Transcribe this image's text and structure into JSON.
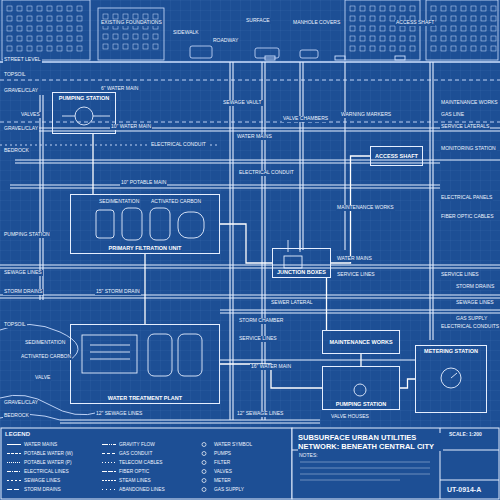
{
  "diagram": {
    "title": "SUBSURFACE URBAN UTILITIES NETWORK: BENEATH CENTRAL CITY",
    "nodes": [
      {
        "text": [
          "PUMPING STATION"
        ]
      },
      {
        "text": [
          "PRIMARY FILTRATION UNIT"
        ]
      },
      {
        "text": [
          "WATER TREATMENT PLANT"
        ]
      },
      {
        "text": [
          "MAINTENANCE WORKS"
        ]
      },
      {
        "text": [
          "PUMPING STATION"
        ]
      },
      {
        "text": [
          "METERING STATION"
        ]
      },
      {
        "text": [
          "JUNCTION BOXES"
        ]
      },
      {
        "text": [
          "ACCESS SHAFT"
        ]
      }
    ],
    "edges": [
      {
        "from": 0,
        "to": 1,
        "arrow": "none"
      },
      {
        "from": 1,
        "to": 2,
        "arrow": "none"
      },
      {
        "from": 1,
        "to": 6,
        "arrow": "none"
      },
      {
        "from": 6,
        "to": 3,
        "arrow": "none"
      },
      {
        "from": 3,
        "to": 4,
        "arrow": "none"
      },
      {
        "from": 4,
        "to": 5,
        "arrow": "none"
      },
      {
        "from": 2,
        "to": 4,
        "arrow": "none"
      },
      {
        "from": 6,
        "to": 7,
        "arrow": "none"
      }
    ],
    "labels": [
      "STREET LEVEL",
      "TOPSOIL",
      "GRAVEL/CLAY",
      "GRAVEL/CLAY",
      "BEDROCK",
      "EXISTING FOUNDATIONS",
      "SIDEWALK",
      "SURFACE",
      "ROADWAY",
      "MANHOLE COVERS",
      "ACCESS SHAFT",
      "VALVES",
      "6\" WATER MAIN",
      "10\" WATER MAIN",
      "SEWAGE VAULT",
      "ELECTRICAL CONDUIT",
      "WATER MAINS",
      "VALVE CHAMBERS",
      "WARNING MARKERS",
      "MAINTENANCE WORKS",
      "GAS LINE",
      "SERVICE LATERALS",
      "MONITORING STATION",
      "10\" POTABLE MAIN",
      "PUMPING STATION",
      "ELECTRICAL CONDUIT",
      "MAINTENANCE WORKS",
      "ELECTRICAL PANELS",
      "FIBER OPTIC CABLES",
      "SEDIMENTATION",
      "ACTIVATED CARBON",
      "WATER MAINS",
      "SERVICE LINES",
      "SERVICE LINES",
      "SEWAGE LINES",
      "STORM DRAINS",
      "15\" STORM DRAIN",
      "STORM DRAINS",
      "SEWAGE LINES",
      "GAS SUPPLY",
      "ELECTRICAL CONDUITS",
      "TOPSOIL",
      "SEDIMENTATION",
      "ACTIVATED CARBON",
      "VALVE",
      "STORM CHAMBER",
      "SERVICE LINES",
      "SEWER LATERAL",
      "16\" WATER MAIN",
      "12\" SEWAGE LINES",
      "12\" SEWAGE LINES",
      "VALVE HOUSES",
      "GRAVEL/CLAY",
      "BEDROCK",
      "LEGEND",
      "NOTES:",
      "SCALE: 1:200",
      "UT-0914-A"
    ],
    "legend": [
      {
        "text": "WATER MAINS"
      },
      {
        "text": "POTABLE WATER (W)"
      },
      {
        "text": "POTABLE WATER (P)"
      },
      {
        "text": "ELECTRICAL LINES"
      },
      {
        "text": "SEWAGE LINES"
      },
      {
        "text": "STORM DRAINS"
      },
      {
        "text": "GRAVITY FLOW"
      },
      {
        "text": "GAS CONDUIT"
      },
      {
        "text": "TELECOM CABLES"
      },
      {
        "text": "FIBER OPTIC"
      },
      {
        "text": "STEAM LINES"
      },
      {
        "text": "ABANDONED LINES"
      },
      {
        "text": "WATER SYMBOL"
      },
      {
        "text": "PUMPS"
      },
      {
        "text": "FILTER"
      },
      {
        "text": "VALVES"
      },
      {
        "text": "METER"
      },
      {
        "text": "GAS SUPPLY"
      }
    ]
  }
}
